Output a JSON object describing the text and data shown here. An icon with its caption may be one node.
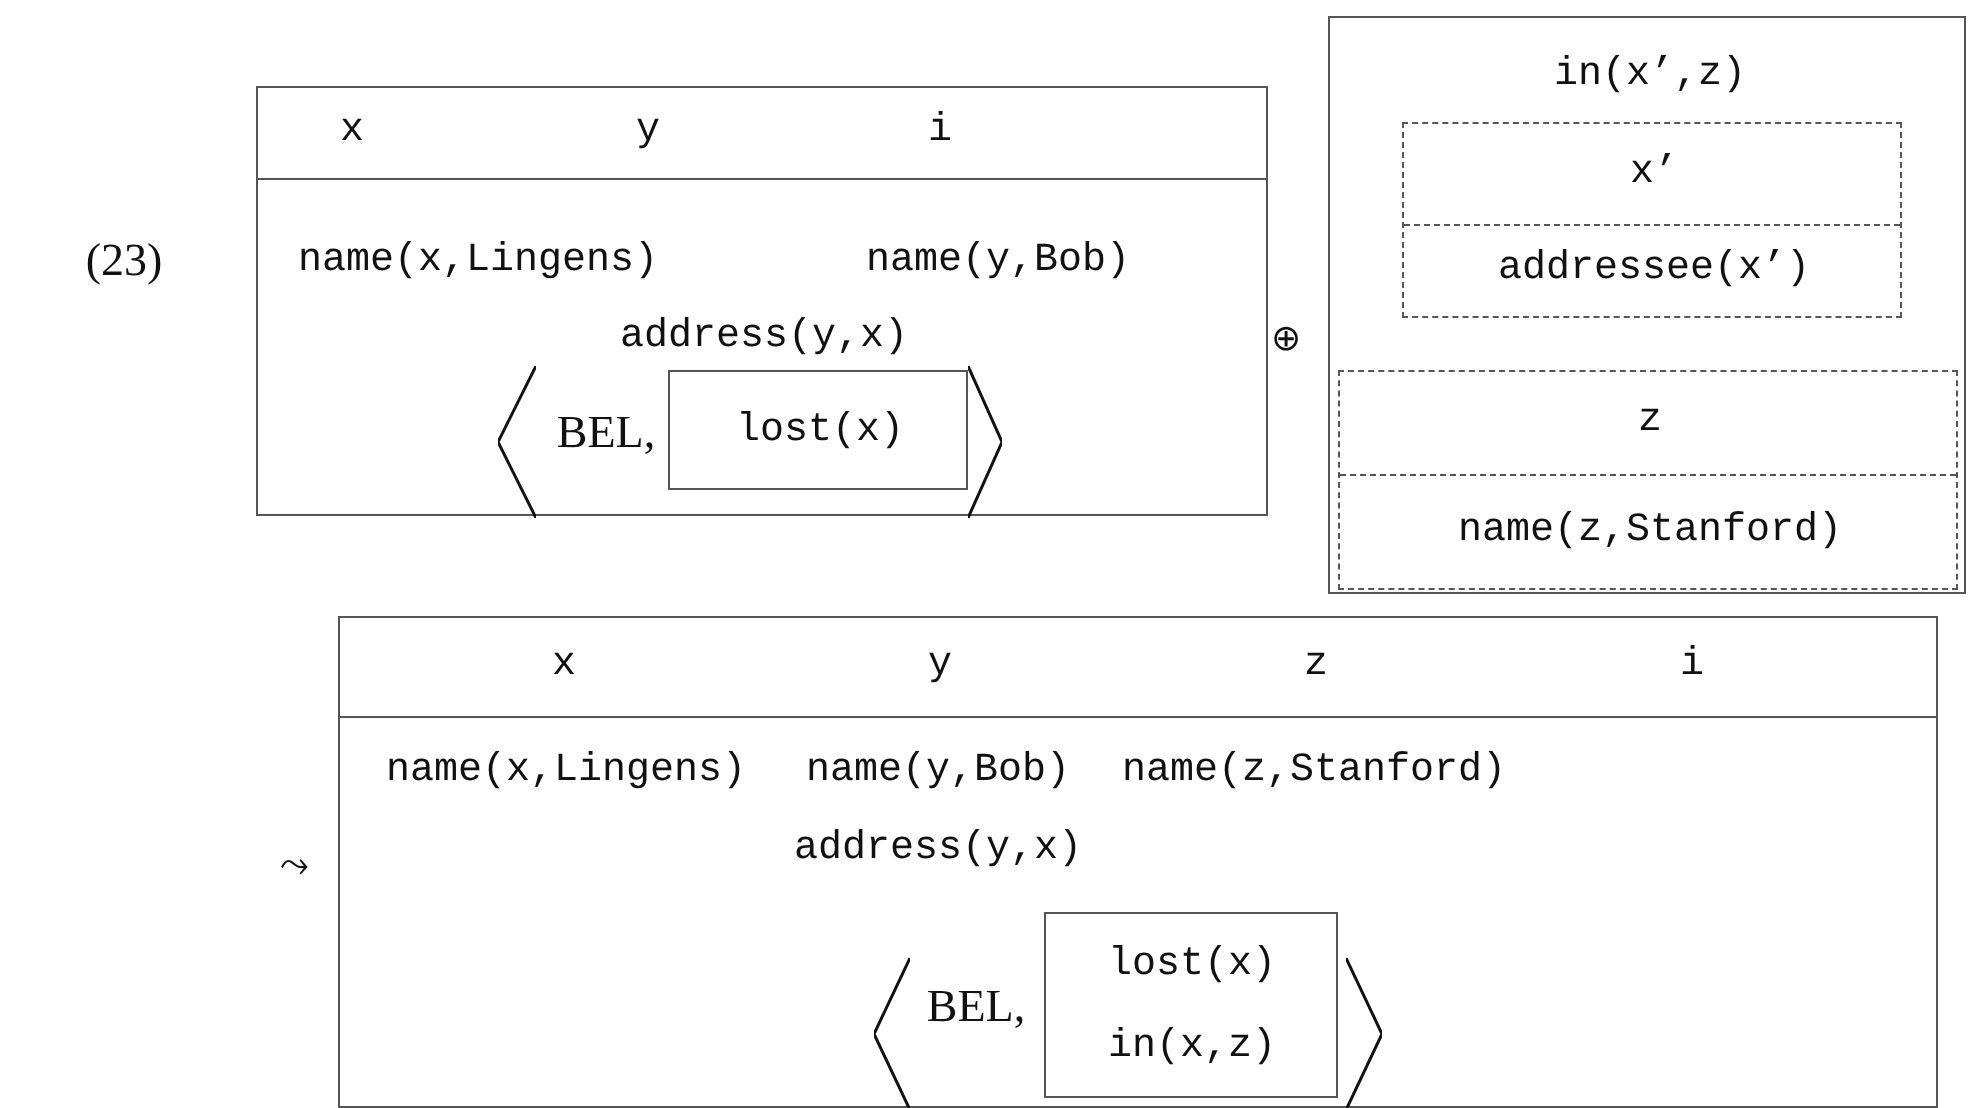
{
  "diagram": {
    "nodes": [
      {
        "text": [
          "x",
          "y",
          "i",
          "name(x,Lingens)",
          "name(y,Bob)",
          "address(y,x)",
          "BEL,"
        ]
      },
      {
        "text": [
          "lost(x)"
        ],
        "in": 0
      },
      {
        "text": [
          "in(x’,z)"
        ]
      },
      {
        "text": [
          "x’",
          "addressee(x’)"
        ],
        "in": 2
      },
      {
        "text": [
          "z",
          "name(z,Stanford)"
        ],
        "in": 2
      },
      {
        "text": [
          "x",
          "y",
          "z",
          "i",
          "name(x,Lingens)",
          "name(y,Bob)",
          "name(z,Stanford)",
          "address(y,x)",
          "BEL,"
        ]
      },
      {
        "text": [
          "lost(x)",
          "in(x,z)"
        ],
        "in": 5
      }
    ],
    "labels": [
      "(23)",
      "⊕",
      "⤳"
    ]
  }
}
